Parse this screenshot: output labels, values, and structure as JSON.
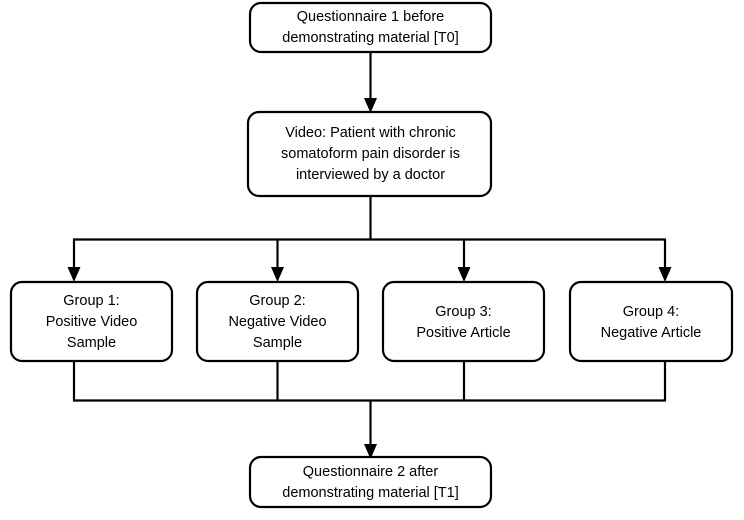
{
  "diagram": {
    "title": "Study procedure flowchart",
    "type": "flowchart",
    "colors": {
      "background": "#ffffff",
      "box_fill": "#ffffff",
      "stroke": "#000000",
      "text": "#000000"
    },
    "nodes": {
      "questionnaire_pre": {
        "id": "questionnaire-1",
        "lines": [
          "Questionnaire 1 before",
          "demonstrating material [T0]"
        ]
      },
      "video": {
        "id": "video-stimulus",
        "lines": [
          "Video: Patient with chronic",
          "somatoform pain disorder is",
          "interviewed by a doctor"
        ]
      },
      "group1": {
        "id": "group-1",
        "lines": [
          "Group 1:",
          "Positive Video",
          "Sample"
        ]
      },
      "group2": {
        "id": "group-2",
        "lines": [
          "Group 2:",
          "Negative Video",
          "Sample"
        ]
      },
      "group3": {
        "id": "group-3",
        "lines": [
          "Group 3:",
          "Positive Article"
        ]
      },
      "group4": {
        "id": "group-4",
        "lines": [
          "Group 4:",
          "Negative Article"
        ]
      },
      "questionnaire_post": {
        "id": "questionnaire-2",
        "lines": [
          "Questionnaire 2 after",
          "demonstrating material [T1]"
        ]
      }
    },
    "edges": [
      {
        "from": "questionnaire-1",
        "to": "video-stimulus",
        "style": "arrow"
      },
      {
        "from": "video-stimulus",
        "to": "group-1",
        "style": "arrow"
      },
      {
        "from": "video-stimulus",
        "to": "group-2",
        "style": "arrow"
      },
      {
        "from": "video-stimulus",
        "to": "group-3",
        "style": "arrow"
      },
      {
        "from": "video-stimulus",
        "to": "group-4",
        "style": "arrow"
      },
      {
        "from": "group-1",
        "to": "questionnaire-2",
        "style": "arrow"
      },
      {
        "from": "group-2",
        "to": "questionnaire-2",
        "style": "arrow"
      },
      {
        "from": "group-3",
        "to": "questionnaire-2",
        "style": "arrow"
      },
      {
        "from": "group-4",
        "to": "questionnaire-2",
        "style": "arrow"
      }
    ]
  }
}
